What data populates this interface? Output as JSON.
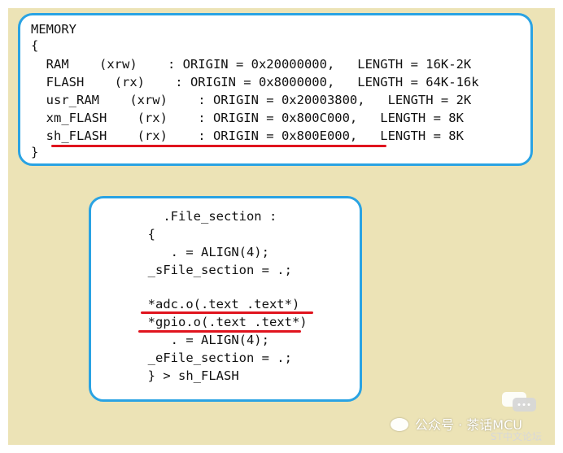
{
  "memory_block": {
    "lines": [
      "MEMORY",
      "{",
      "  RAM    (xrw)    : ORIGIN = 0x20000000,   LENGTH = 16K-2K",
      "  FLASH    (rx)    : ORIGIN = 0x8000000,   LENGTH = 64K-16k",
      "  usr_RAM    (xrw)    : ORIGIN = 0x20003800,   LENGTH = 2K",
      "  xm_FLASH    (rx)    : ORIGIN = 0x800C000,   LENGTH = 8K",
      "  sh_FLASH    (rx)    : ORIGIN = 0x800E000,   LENGTH = 8K",
      "}"
    ],
    "highlighted_line_index": 6
  },
  "section_block": {
    "lines": [
      "    .File_section :",
      "  {",
      "     . = ALIGN(4);",
      "  _sFile_section = .;",
      "",
      "  *adc.o(.text .text*)",
      "  *gpio.o(.text .text*)",
      "     . = ALIGN(4);",
      "  _eFile_section = .;",
      "  } > sh_FLASH"
    ],
    "highlighted_line_indexes": [
      5,
      6
    ]
  },
  "watermark": {
    "text": "公众号 · 茶话MCU",
    "footer": "ST中文论坛"
  },
  "colors": {
    "border": "#2aa3e3",
    "underline": "#e0141e",
    "background": "#ece3b6"
  }
}
